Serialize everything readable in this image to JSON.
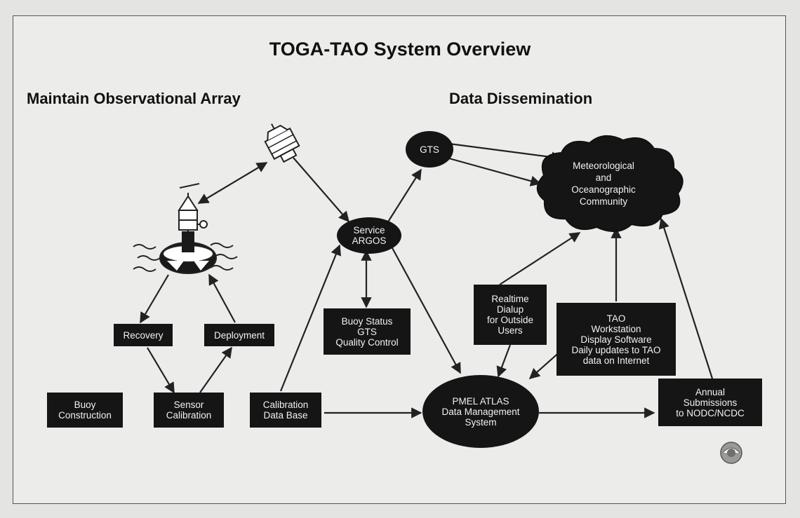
{
  "title": "TOGA-TAO System Overview",
  "sections": {
    "left": "Maintain Observational Array",
    "right": "Data Dissemination"
  },
  "nodes": {
    "buoy_construction": "Buoy\nConstruction",
    "sensor_calibration": "Sensor\nCalibration",
    "calibration_db": "Calibration\nData Base",
    "recovery": "Recovery",
    "deployment": "Deployment",
    "service_argos": "Service\nARGOS",
    "gts": "GTS",
    "buoy_status": "Buoy Status\nGTS\nQuality Control",
    "pmel_atlas": "PMEL ATLAS\nData Management\nSystem",
    "realtime_dialup": "Realtime\nDialup\nfor Outside\nUsers",
    "tao_workstation": "TAO\nWorkstation\nDisplay Software\nDaily updates to TAO\ndata on Internet",
    "annual_submissions": "Annual\nSubmissions\nto NODC/NCDC",
    "met_community": "Meteorological\nand\nOceanographic\nCommunity"
  },
  "colors": {
    "box_fill": "#151515",
    "box_text": "#f2f2f2",
    "arrow": "#222222",
    "background": "#ececea"
  },
  "icons": [
    "satellite-icon",
    "buoy-icon",
    "noaa-logo-icon"
  ]
}
